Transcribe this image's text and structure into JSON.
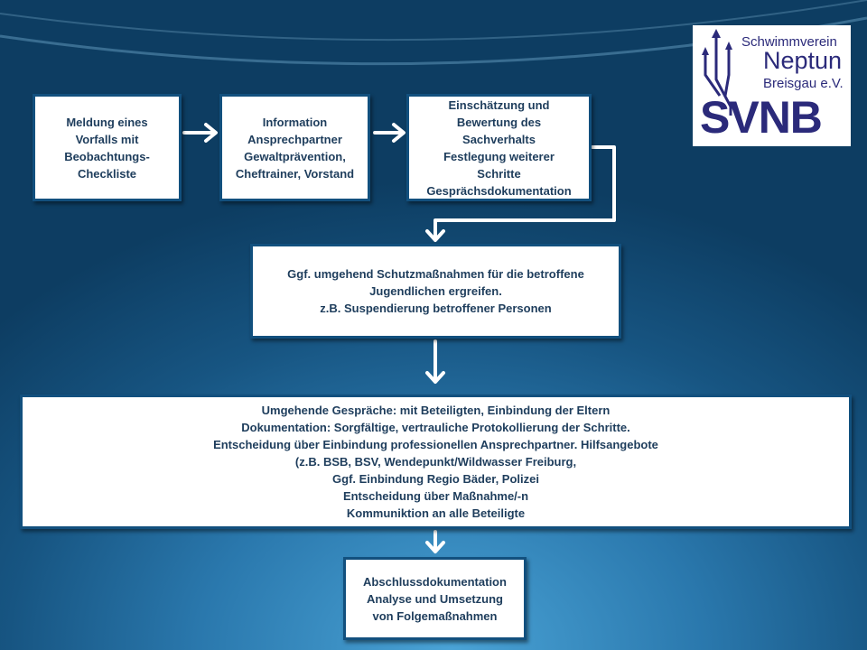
{
  "steps": [
    {
      "lines": [
        "Meldung eines",
        "Vorfalls mit",
        "Beobachtungs-",
        "Checkliste"
      ]
    },
    {
      "lines": [
        "Information",
        "Ansprechpartner",
        "Gewaltprävention,",
        "Cheftrainer,  Vorstand"
      ]
    },
    {
      "lines": [
        "Einschätzung und",
        "Bewertung des",
        "Sachverhalts",
        "Festlegung weiterer",
        "Schritte",
        "Gesprächsdokumentation"
      ]
    },
    {
      "lines": [
        "Ggf. umgehend Schutzmaßnahmen für die betroffene",
        "Jugendlichen ergreifen.",
        "z.B. Suspendierung betroffener Personen"
      ]
    },
    {
      "lines": [
        "Umgehende Gespräche: mit Beteiligten, Einbindung der Eltern",
        "Dokumentation: Sorgfältige, vertrauliche Protokollierung der Schritte.",
        "Entscheidung über Einbindung professionellen Ansprechpartner. Hilfsangebote",
        "(z.B. BSB, BSV, Wendepunkt/Wildwasser Freiburg,",
        "Ggf. Einbindung Regio Bäder,  Polizei",
        "Entscheidung über Maßnahme/-n",
        "Kommuniktion an alle Beteiligte"
      ]
    },
    {
      "lines": [
        "Abschlussdokumentation",
        "Analyse und Umsetzung",
        "von Folgemaßnahmen"
      ]
    }
  ],
  "logo": {
    "line1": "Schwimmverein",
    "line2": "Neptun",
    "line3": "Breisgau e.V.",
    "abbr": "SVNB",
    "color": "#2b2a7a"
  }
}
